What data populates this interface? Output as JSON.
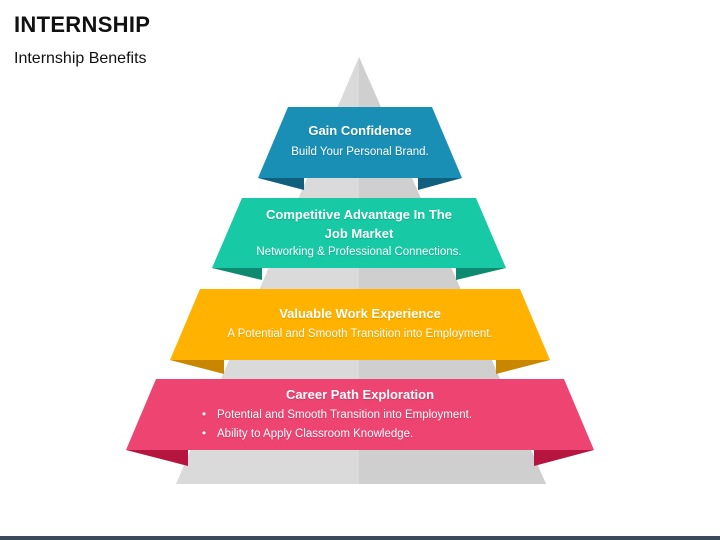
{
  "header": {
    "title": "INTERNSHIP",
    "subtitle": "Internship Benefits"
  },
  "colors": {
    "pyramid": "#d9d9d9",
    "pyramid_edge": "#bdbdbd",
    "teal": "#1a8fb5",
    "teal_fold": "#0f5f7d",
    "green": "#17c9a5",
    "green_fold": "#0d8a70",
    "yellow": "#ffb300",
    "yellow_fold": "#c98700",
    "red": "#ee4472",
    "red_fold": "#b5153f",
    "footer": "#3a4a5c"
  },
  "levels": [
    {
      "title": "Gain Confidence",
      "subtitle": "Build Your Personal Brand.",
      "color": "teal"
    },
    {
      "title_line1": "Competitive Advantage In The",
      "title_line2": "Job Market",
      "subtitle": "Networking & Professional Connections.",
      "color": "green"
    },
    {
      "title": "Valuable Work Experience",
      "subtitle": "A Potential and Smooth Transition into Employment.",
      "color": "yellow"
    },
    {
      "title": "Career Path Exploration",
      "bullets": [
        "Potential and Smooth Transition into Employment.",
        "Ability to Apply Classroom Knowledge."
      ],
      "color": "red"
    }
  ]
}
